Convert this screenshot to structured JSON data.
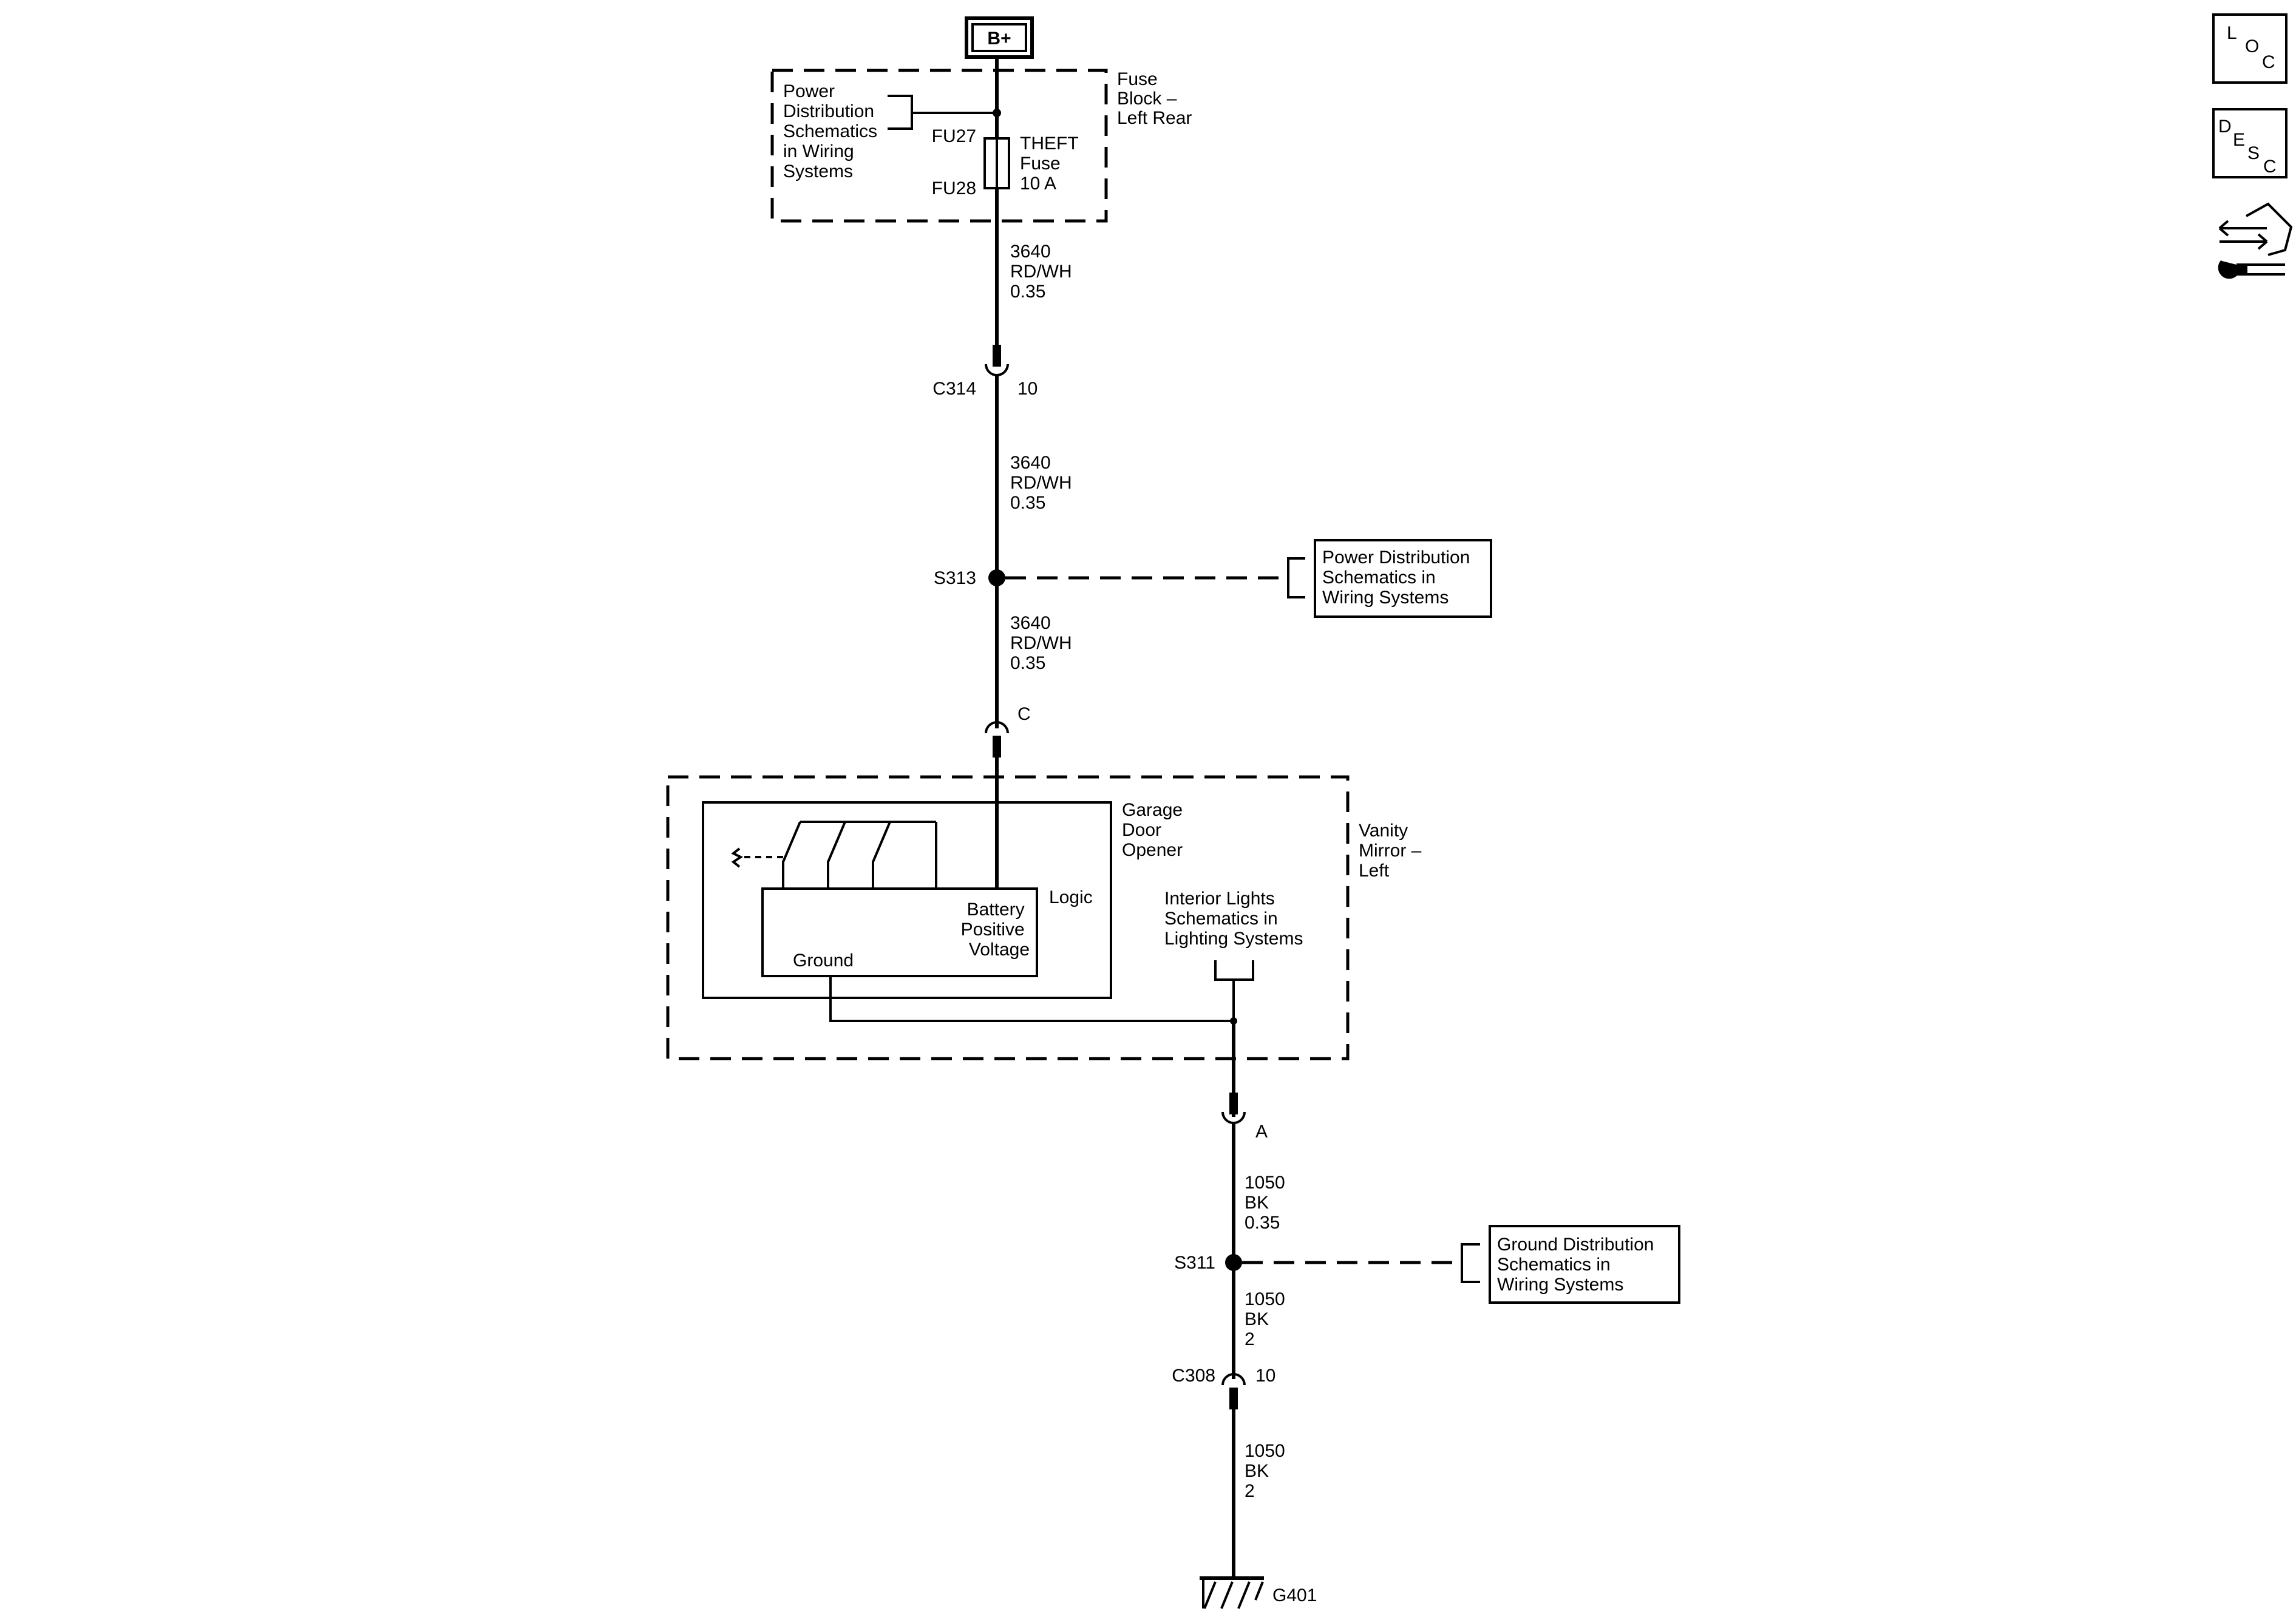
{
  "power_source": {
    "label": "B+"
  },
  "fuse_block": {
    "label": [
      "Fuse",
      "Block –",
      "Left Rear"
    ],
    "ref_label": [
      "Power",
      "Distribution",
      "Schematics",
      "in Wiring",
      "Systems"
    ],
    "terminal_in": "FU27",
    "terminal_out": "FU28",
    "fuse_label": [
      "THEFT",
      "Fuse",
      "10 A"
    ]
  },
  "wires": {
    "w1": [
      "3640",
      "RD/WH",
      "0.35"
    ],
    "w2": [
      "3640",
      "RD/WH",
      "0.35"
    ],
    "w3": [
      "3640",
      "RD/WH",
      "0.35"
    ],
    "w4": [
      "1050",
      "BK",
      "0.35"
    ],
    "w5": [
      "1050",
      "BK",
      "2"
    ],
    "w6": [
      "1050",
      "BK",
      "2"
    ]
  },
  "connectors": {
    "c314": {
      "name": "C314",
      "pin": "10"
    },
    "vanity_c": {
      "pin": "C"
    },
    "vanity_a": {
      "pin": "A"
    },
    "c308": {
      "name": "C308",
      "pin": "10"
    }
  },
  "splices": {
    "s313": {
      "name": "S313"
    },
    "s311": {
      "name": "S311"
    }
  },
  "refs": {
    "power_dist": [
      "Power Distribution",
      "Schematics in",
      "Wiring Systems"
    ],
    "ground_dist": [
      "Ground Distribution",
      "Schematics in",
      "Wiring Systems"
    ],
    "interior_lights": [
      "Interior Lights",
      "Schematics in",
      "Lighting Systems"
    ]
  },
  "vanity_mirror": {
    "label": [
      "Vanity",
      "Mirror –",
      "Left"
    ],
    "gdo_label": [
      "Garage",
      "Door",
      "Opener"
    ],
    "logic_label": "Logic",
    "bpv_label": [
      "Battery",
      "Positive",
      "Voltage"
    ],
    "ground_label": "Ground"
  },
  "ground": {
    "name": "G401"
  },
  "side_icons": {
    "loc": {
      "letters": [
        "L",
        "O",
        "C"
      ],
      "icon": "location-icon"
    },
    "desc": {
      "letters": [
        "D",
        "E",
        "S",
        "C"
      ],
      "icon": "description-icon"
    },
    "repair": {
      "icon": "connector-repair-icon"
    }
  }
}
